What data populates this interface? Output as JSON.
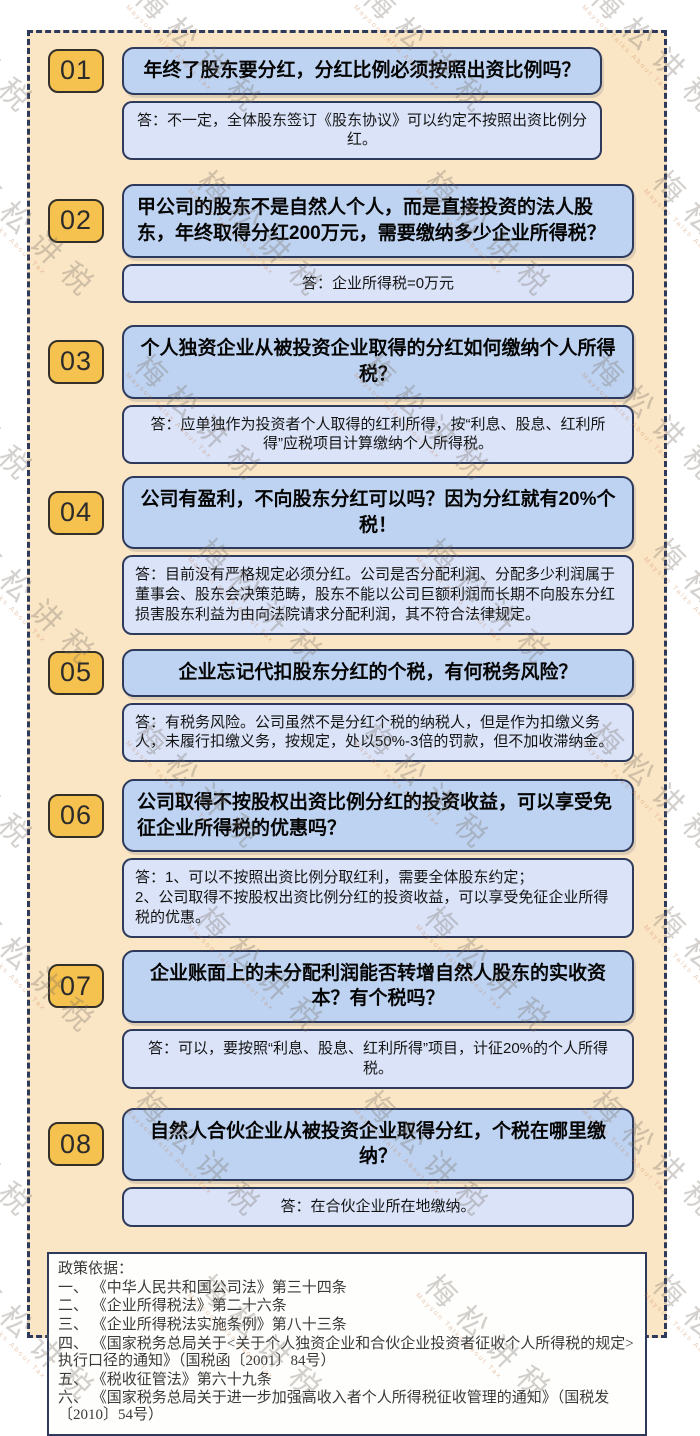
{
  "watermark": {
    "zh": "梅松讲税",
    "en": "Mayson Talks About Tax"
  },
  "colors": {
    "page_bg": "#FFFFFF",
    "panel_bg": "#FAE6C5",
    "border_navy": "#2E3A5C",
    "question_bg": "#BED3F1",
    "answer_bg": "#DAE3F8",
    "badge_bg": "#F5C14F"
  },
  "items": [
    {
      "num": "01",
      "question": "年终了股东要分红，分红比例必须按照出资比例吗？",
      "answer": "答：不一定，全体股东签订《股东协议》可以约定不按照出资比例分红。"
    },
    {
      "num": "02",
      "question": "甲公司的股东不是自然人个人，而是直接投资的法人股东，年终取得分红200万元，需要缴纳多少企业所得税？",
      "answer": "答：企业所得税=0万元"
    },
    {
      "num": "03",
      "question": "个人独资企业从被投资企业取得的分红如何缴纳个人所得税？",
      "answer": "答：应单独作为投资者个人取得的红利所得，按“利息、股息、红利所得”应税项目计算缴纳个人所得税。"
    },
    {
      "num": "04",
      "question": "公司有盈利，不向股东分红可以吗？因为分红就有20%个税！",
      "answer": "答：目前没有严格规定必须分红。公司是否分配利润、分配多少利润属于董事会、股东会决策范畴，股东不能以公司巨额利润而长期不向股东分红损害股东利益为由向法院请求分配利润，其不符合法律规定。"
    },
    {
      "num": "05",
      "question": "企业忘记代扣股东分红的个税，有何税务风险？",
      "answer": "答：有税务风险。公司虽然不是分红个税的纳税人，但是作为扣缴义务人，未履行扣缴义务，按规定，处以50%-3倍的罚款，但不加收滞纳金。"
    },
    {
      "num": "06",
      "question": "公司取得不按股权出资比例分红的投资收益，可以享受免征企业所得税的优惠吗？",
      "answer": "答：1、可以不按照出资比例分取红利，需要全体股东约定；\n2、公司取得不按股权出资比例分红的投资收益，可以享受免征企业所得税的优惠。"
    },
    {
      "num": "07",
      "question": "企业账面上的未分配利润能否转增自然人股东的实收资本？有个税吗？",
      "answer": "答：可以，要按照“利息、股息、红利所得”项目，计征20%的个人所得税。"
    },
    {
      "num": "08",
      "question": "自然人合伙企业从被投资企业取得分红，个税在哪里缴纳？",
      "answer": "答：在合伙企业所在地缴纳。"
    }
  ],
  "policy": {
    "title": "政策依据：",
    "lines": [
      "一、 《中华人民共和国公司法》第三十四条",
      "二、 《企业所得税法》第二十六条",
      "三、 《企业所得税法实施条例》第八十三条",
      "四、 《国家税务总局关于<关于个人独资企业和合伙企业投资者征收个人所得税的规定>执行口径的通知》（国税函〔2001〕84号）",
      "五、 《税收征管法》第六十九条",
      "六、 《国家税务总局关于进一步加强高收入者个人所得税征收管理的通知》（国税发〔2010〕54号）"
    ]
  }
}
